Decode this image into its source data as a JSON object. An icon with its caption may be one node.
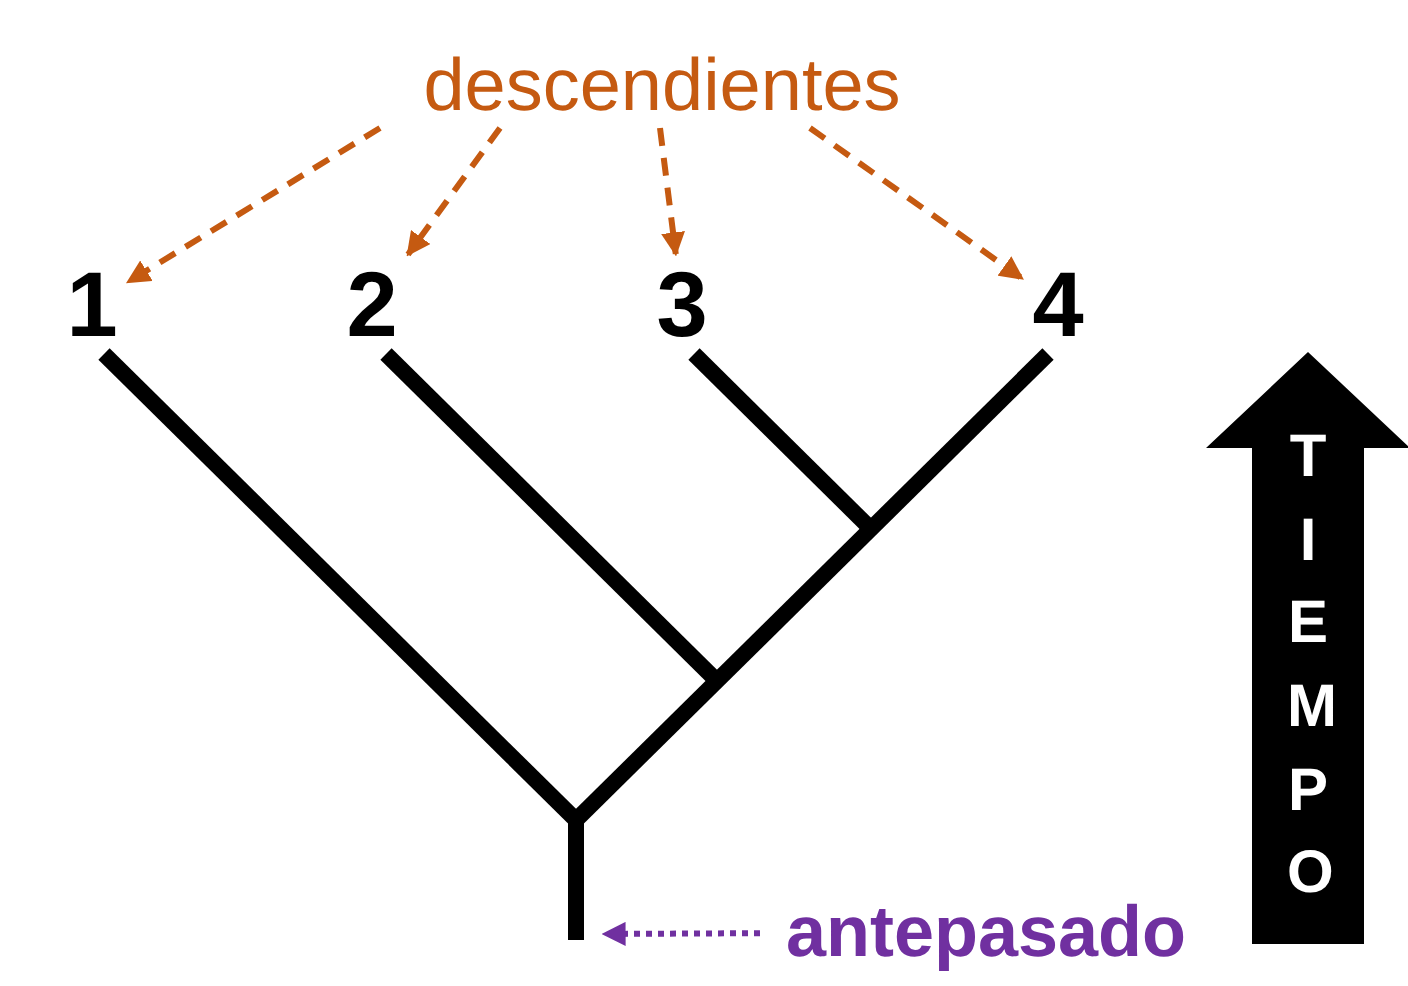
{
  "diagram": {
    "nodes": [
      {
        "text": [
          "descendientes"
        ]
      },
      {
        "text": [
          "1"
        ]
      },
      {
        "text": [
          "2"
        ]
      },
      {
        "text": [
          "3"
        ]
      },
      {
        "text": [
          "4"
        ]
      },
      {
        "text": [
          "antepasado"
        ]
      },
      {
        "text": [
          "TIEMPO"
        ]
      }
    ],
    "edges": [
      {
        "from": 0,
        "to": 1,
        "arrow": "to",
        "style": "dashed"
      },
      {
        "from": 0,
        "to": 2,
        "arrow": "to",
        "style": "dashed"
      },
      {
        "from": 0,
        "to": 3,
        "arrow": "to",
        "style": "dashed"
      },
      {
        "from": 0,
        "to": 4,
        "arrow": "to",
        "style": "dashed"
      },
      {
        "from": 5,
        "to": null,
        "arrow": "to",
        "style": "dashed",
        "color": "#7030a0"
      }
    ]
  }
}
